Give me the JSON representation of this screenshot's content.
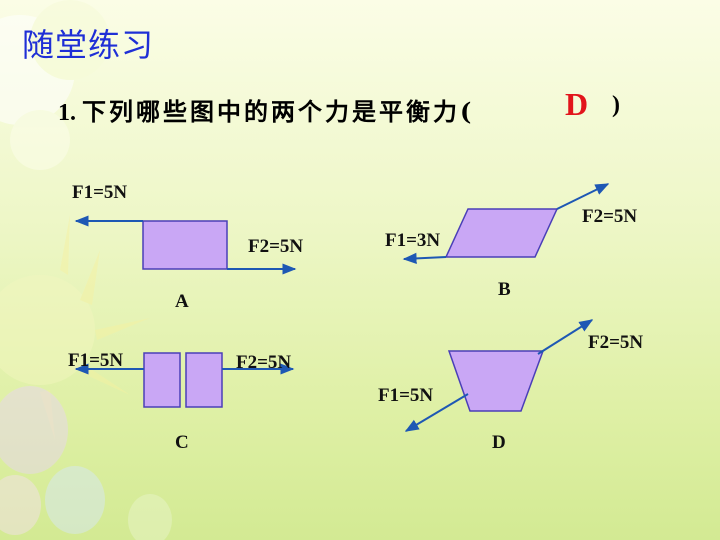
{
  "slide": {
    "title": "随堂练习",
    "question_number": "1.",
    "question_text": "下列哪些图中的两个力是平衡力(",
    "answer": "D",
    "close_paren": ")"
  },
  "figures": {
    "A": {
      "caption": "A",
      "f1_label": "F1=5N",
      "f2_label": "F2=5N"
    },
    "B": {
      "caption": "B",
      "f1_label": "F1=3N",
      "f2_label": "F2=5N"
    },
    "C": {
      "caption": "C",
      "f1_label": "F1=5N",
      "f2_label": "F2=5N"
    },
    "D": {
      "caption": "D",
      "f1_label": "F1=5N",
      "f2_label": "F2=5N"
    }
  },
  "colors": {
    "shape_fill": "#c9a7f5",
    "shape_stroke": "#4a3fb8",
    "arrow": "#1e58b4",
    "title": "#1f2fd6",
    "answer": "#e2141b"
  }
}
